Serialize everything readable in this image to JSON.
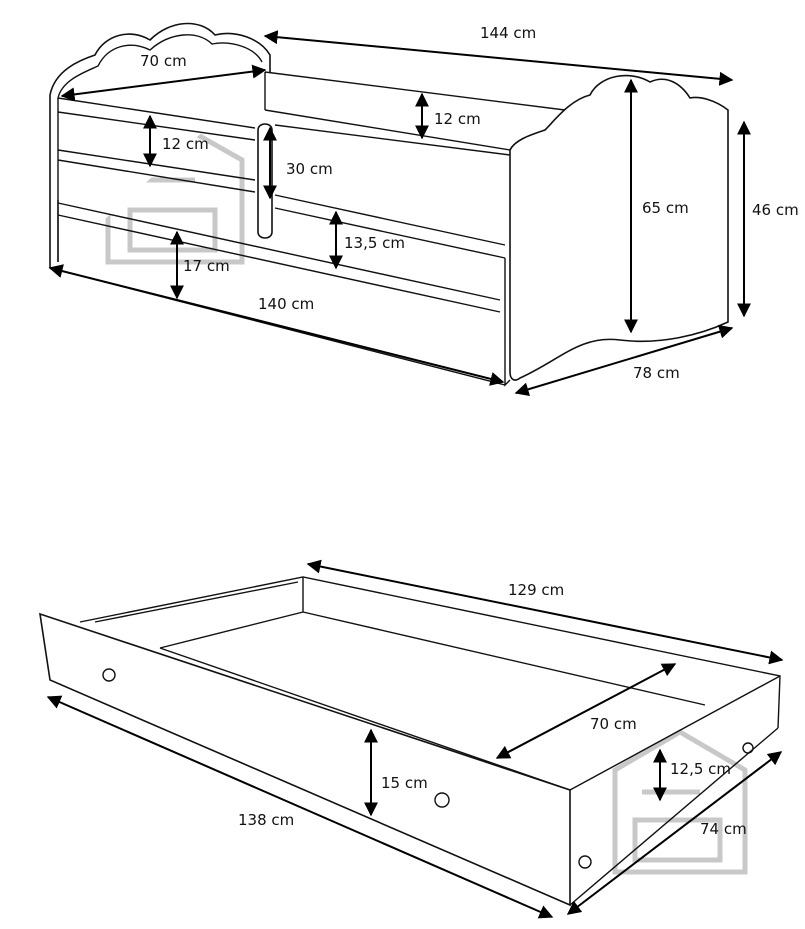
{
  "bed": {
    "total_length": "144 cm",
    "guard_length": "70 cm",
    "guard_rail_height": "12 cm",
    "rail_gap_height": "12 cm",
    "guard_opening": "30 cm",
    "headboard_height": "65 cm",
    "side_height": "46 cm",
    "drawer_front_height": "13,5 cm",
    "floor_clearance": "17 cm",
    "front_length": "140 cm",
    "width": "78 cm"
  },
  "drawer": {
    "inner_length": "129 cm",
    "inner_width": "70 cm",
    "front_height": "15 cm",
    "side_height": "12,5 cm",
    "front_length": "138 cm",
    "depth": "74 cm"
  }
}
